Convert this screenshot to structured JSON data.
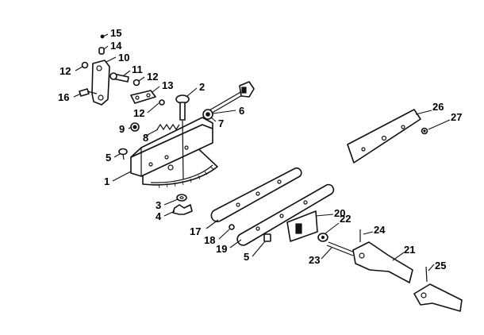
{
  "part_labels": {
    "p1": "1",
    "p2": "2",
    "p3": "3",
    "p4": "4",
    "p5a": "5",
    "p5b": "5",
    "p6": "6",
    "p7": "7",
    "p8": "8",
    "p9": "9",
    "p10": "10",
    "p11": "11",
    "p12a": "12",
    "p12b": "12",
    "p12c": "12",
    "p13": "13",
    "p14": "14",
    "p15": "15",
    "p16": "16",
    "p17": "17",
    "p18": "18",
    "p19": "19",
    "p20": "20",
    "p21": "21",
    "p22": "22",
    "p23": "23",
    "p24": "24",
    "p25": "25",
    "p26": "26",
    "p27": "27"
  },
  "colors": {
    "line": "#111111",
    "background": "#ffffff"
  }
}
